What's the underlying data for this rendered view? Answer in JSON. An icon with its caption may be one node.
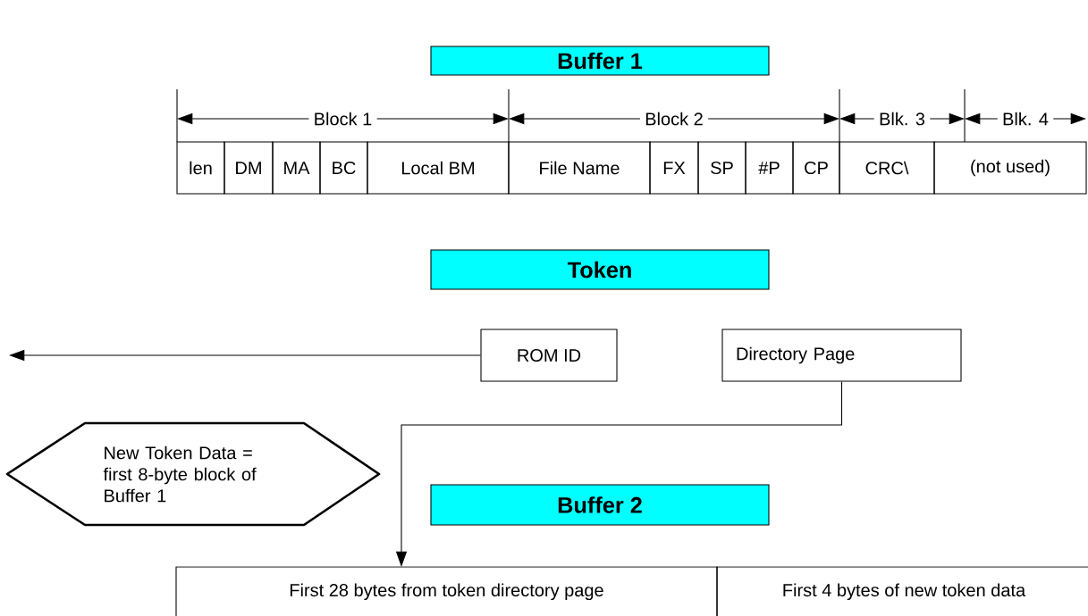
{
  "diagram": {
    "nodes": [
      {
        "text": [
          "Buffer 1"
        ]
      },
      {
        "text": [
          "len"
        ]
      },
      {
        "text": [
          "DM"
        ]
      },
      {
        "text": [
          "MA"
        ]
      },
      {
        "text": [
          "BC"
        ]
      },
      {
        "text": [
          "Local BM"
        ]
      },
      {
        "text": [
          "File Name"
        ]
      },
      {
        "text": [
          "FX"
        ]
      },
      {
        "text": [
          "SP"
        ]
      },
      {
        "text": [
          "#P"
        ]
      },
      {
        "text": [
          "CP"
        ]
      },
      {
        "text": [
          "CRC\\"
        ]
      },
      {
        "text": [
          "(not used)"
        ]
      },
      {
        "text": [
          "Token"
        ]
      },
      {
        "text": [
          "ROM ID"
        ]
      },
      {
        "text": [
          "Directory Page"
        ]
      },
      {
        "text": [
          "New Token Data = first 8-byte block of Buffer 1"
        ]
      },
      {
        "text": [
          "Buffer 2"
        ]
      },
      {
        "text": [
          "First 28 bytes from token directory page"
        ]
      },
      {
        "text": [
          "First 4 bytes of new token data"
        ]
      }
    ],
    "edges": [
      {
        "from": 14,
        "to": null,
        "arrow": "to"
      },
      {
        "from": 15,
        "to": 18,
        "arrow": "to"
      }
    ],
    "labels": [
      "Block 1",
      "Block 2",
      "Blk. 3",
      "Blk. 4"
    ]
  }
}
